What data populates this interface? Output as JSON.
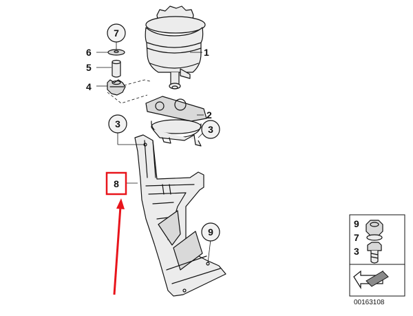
{
  "callouts": {
    "c1": "1",
    "c2": "2",
    "c3_right": "3",
    "c3_left": "3",
    "c4": "4",
    "c5": "5",
    "c6": "6",
    "c7": "7",
    "c8": "8",
    "c9": "9"
  },
  "legend": {
    "item_9": "9",
    "item_7": "7",
    "item_3": "3",
    "diagram_code": "00163108"
  },
  "colors": {
    "highlight_box": "#e8141b",
    "arrow": "#e8141b",
    "line": "#111111"
  }
}
